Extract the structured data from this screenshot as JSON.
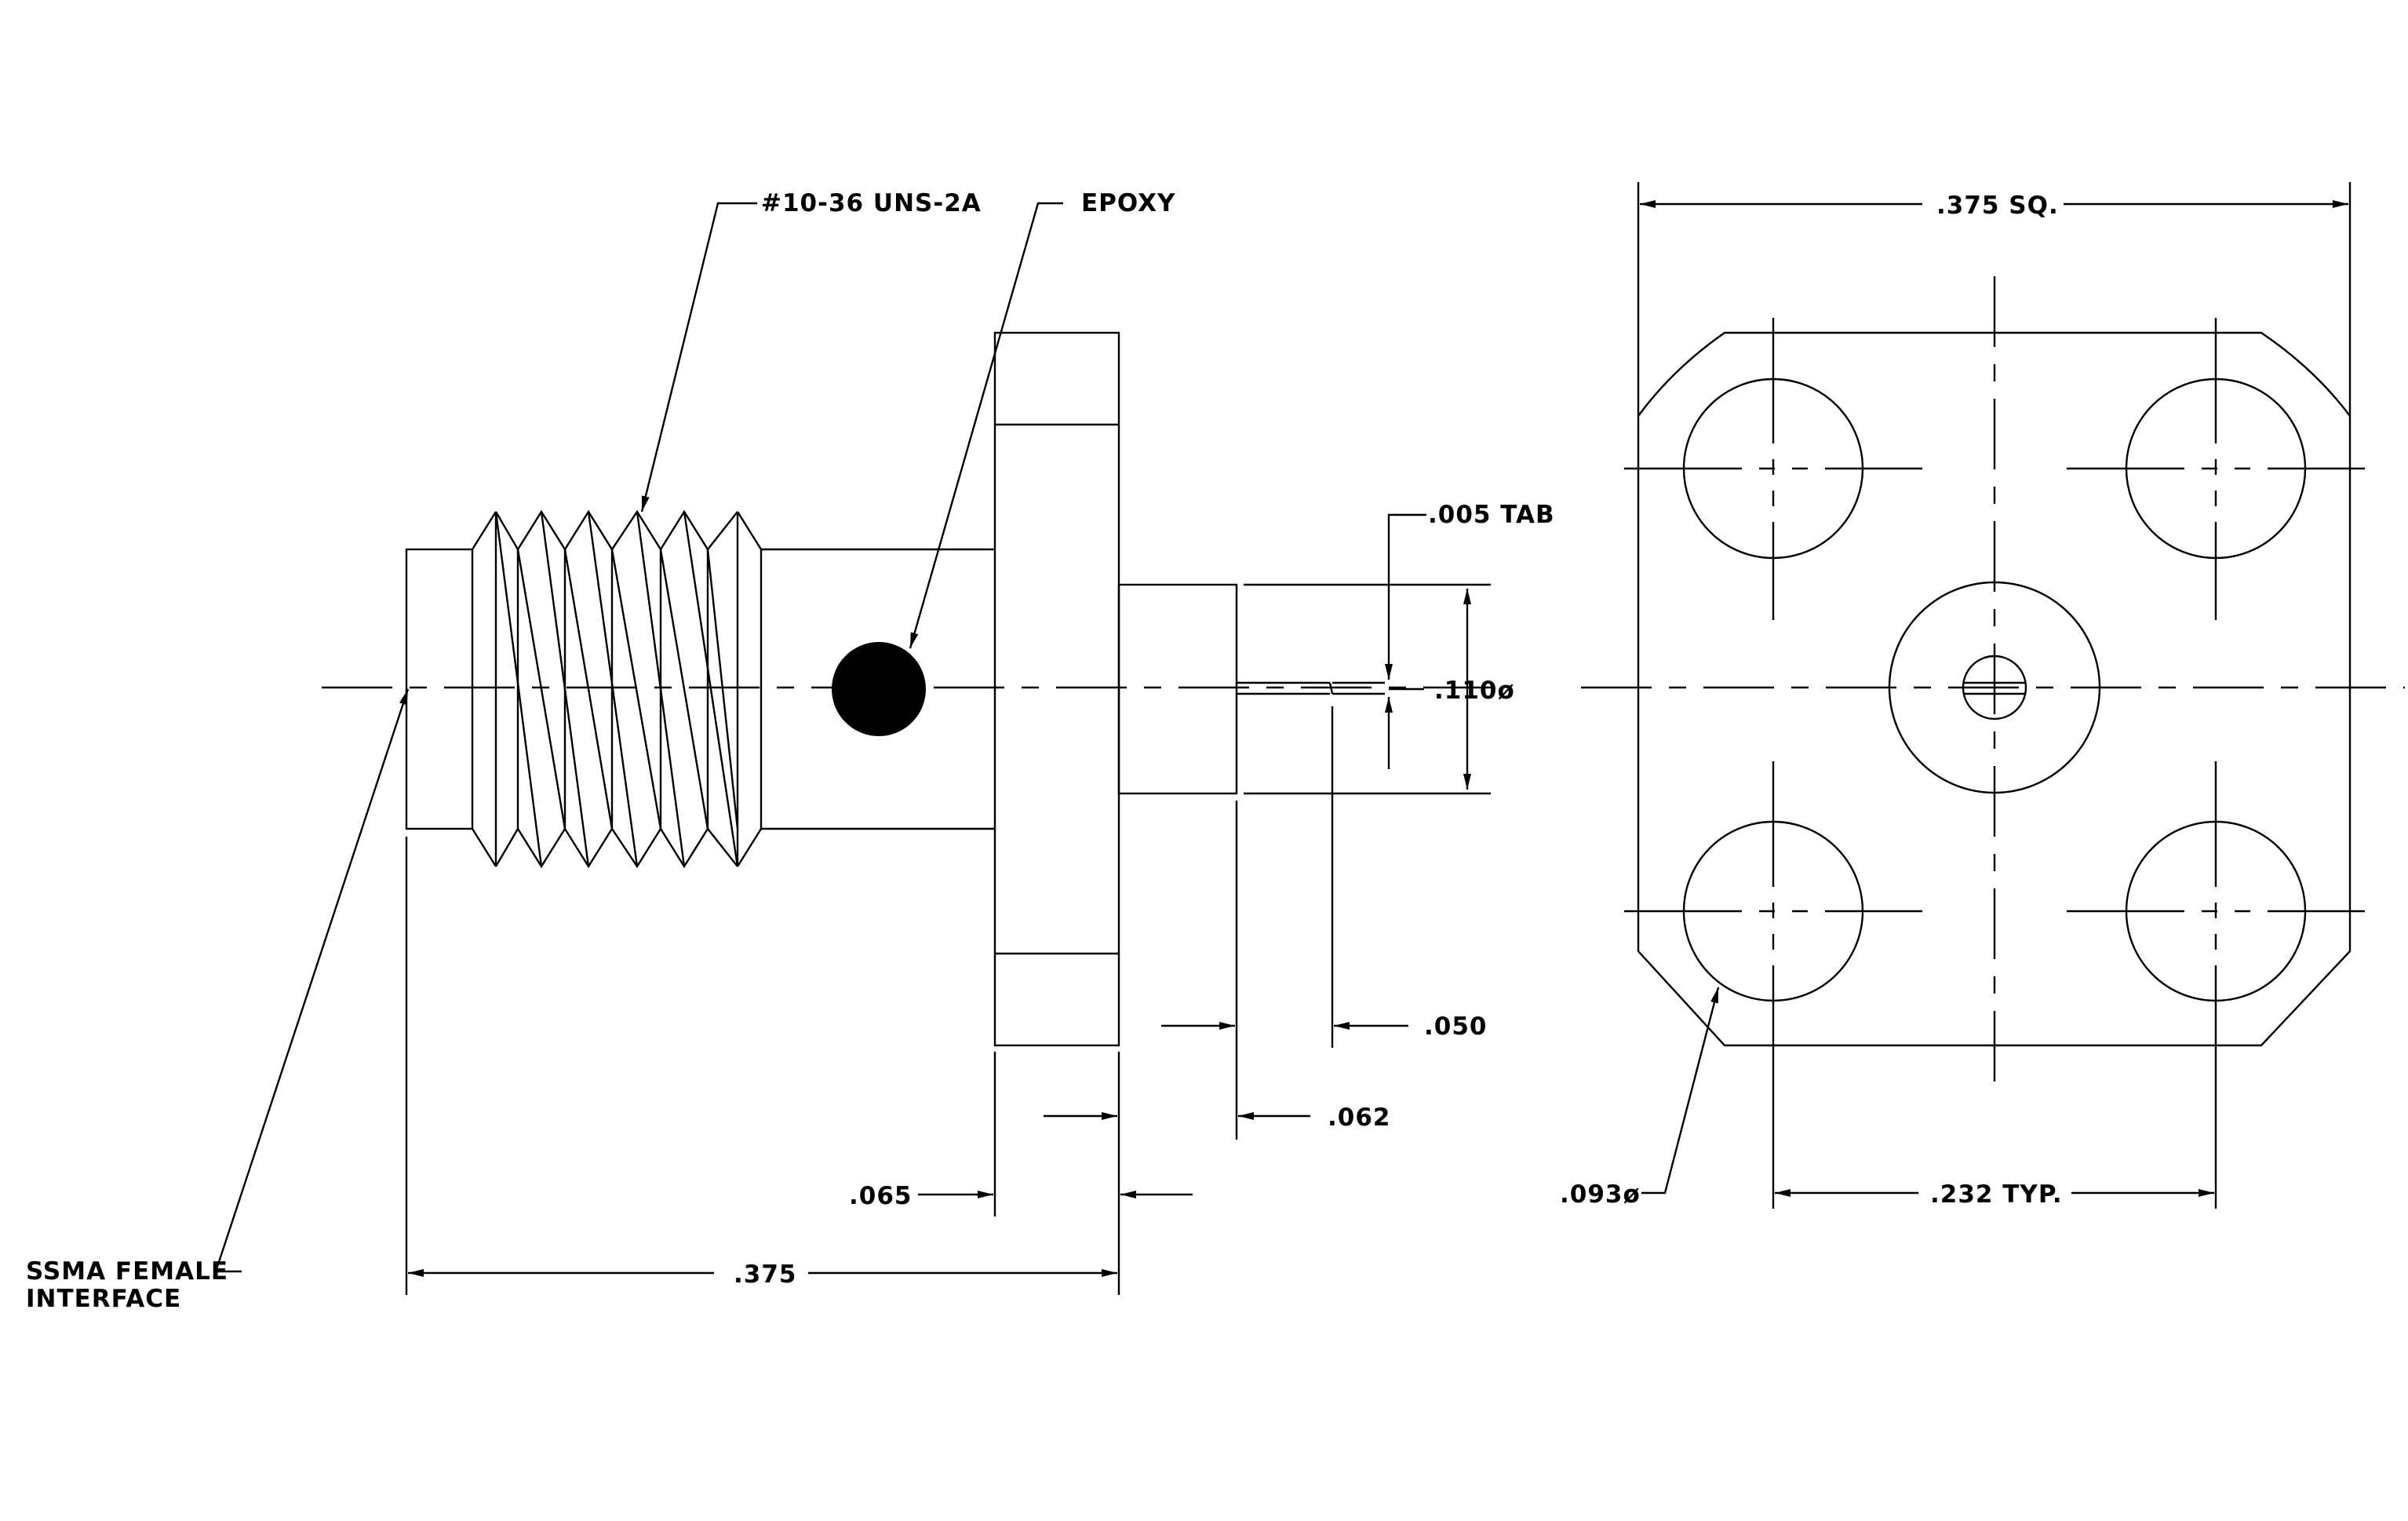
{
  "labels": {
    "thread": "#10-36 UNS-2A",
    "epoxy": "EPOXY",
    "tab": ".005 TAB",
    "pin_dia": ".110ø",
    "dim_050": ".050",
    "dim_062": ".062",
    "dim_065": ".065",
    "dim_375": ".375",
    "interface_line1": "SSMA FEMALE",
    "interface_line2": "INTERFACE",
    "dim_375_sq": ".375 SQ.",
    "hole_dia": ".093ø",
    "dim_232": ".232 TYP."
  }
}
